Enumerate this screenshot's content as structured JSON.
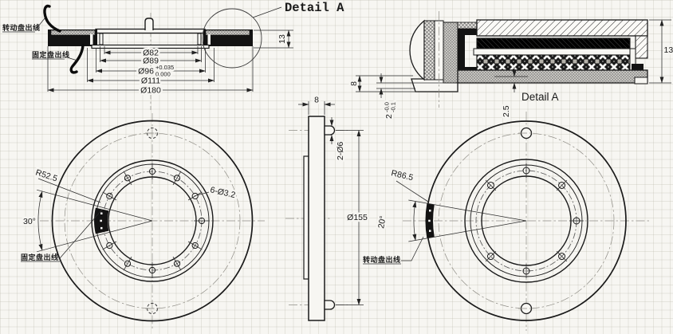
{
  "drawing": {
    "callout_title": "Detail A",
    "detail_view_label": "Detail A",
    "labels": {
      "rotor_lead_section": "转动盘出线",
      "stator_lead_section": "固定盘出线",
      "stator_lead_front": "固定盘出线",
      "rotor_lead_back": "转动盘出线"
    },
    "section_dims": {
      "d82": "Ø82",
      "d89": "Ø89",
      "d96": "Ø96",
      "d96_tol_up": "+0.035",
      "d96_tol_dn": "0.000",
      "d111": "Ø111",
      "d180": "Ø180",
      "h13": "13"
    },
    "detail_dims": {
      "h13": "13",
      "h8": "8",
      "t2": "2",
      "t2_tol_up": "-0.0",
      "t2_tol_dn": "-0.1",
      "t25": "2.5"
    },
    "side_dims": {
      "w8": "8",
      "holes": "2-Ø6",
      "d155": "Ø155"
    },
    "front_dims": {
      "radius": "R52.5",
      "angle": "30°",
      "holes": "6-Ø3.2"
    },
    "back_dims": {
      "radius": "R86.5",
      "angle": "20°"
    },
    "colors": {
      "line": "#1a1a1a",
      "background": "#f7f6f2",
      "grid": "#e4e1da"
    }
  }
}
